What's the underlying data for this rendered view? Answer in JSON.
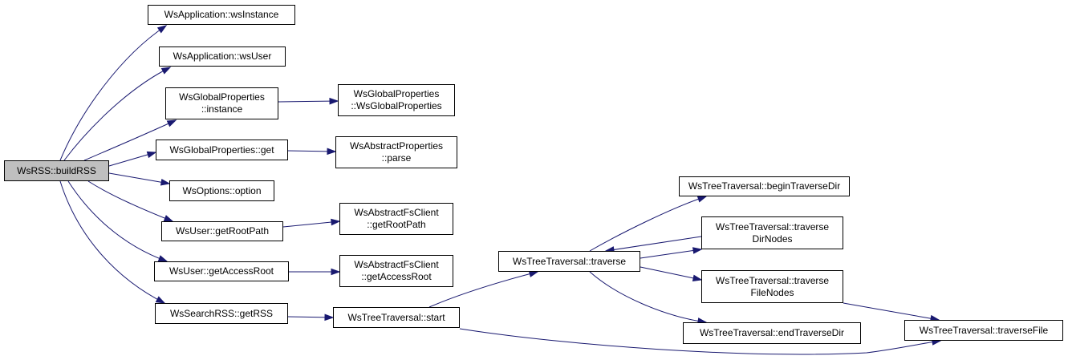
{
  "colors": {
    "edge": "#191970",
    "root_fill": "#bfbfbf",
    "node_border": "#000000"
  },
  "nodes": {
    "build_rss": [
      "WsRSS::buildRSS"
    ],
    "ws_instance": [
      "WsApplication::wsInstance"
    ],
    "ws_user": [
      "WsApplication::wsUser"
    ],
    "gp_instance": [
      "WsGlobalProperties",
      "::instance"
    ],
    "gp_ctor": [
      "WsGlobalProperties",
      "::WsGlobalProperties"
    ],
    "gp_get": [
      "WsGlobalProperties::get"
    ],
    "ap_parse": [
      "WsAbstractProperties",
      "::parse"
    ],
    "options_option": [
      "WsOptions::option"
    ],
    "user_root_path": [
      "WsUser::getRootPath"
    ],
    "fs_root_path": [
      "WsAbstractFsClient",
      "::getRootPath"
    ],
    "user_access_root": [
      "WsUser::getAccessRoot"
    ],
    "fs_access_root": [
      "WsAbstractFsClient",
      "::getAccessRoot"
    ],
    "search_get_rss": [
      "WsSearchRSS::getRSS"
    ],
    "tt_start": [
      "WsTreeTraversal::start"
    ],
    "tt_traverse": [
      "WsTreeTraversal::traverse"
    ],
    "tt_begin_dir": [
      "WsTreeTraversal::beginTraverseDir"
    ],
    "tt_dir_nodes": [
      "WsTreeTraversal::traverse",
      "DirNodes"
    ],
    "tt_file_nodes": [
      "WsTreeTraversal::traverse",
      "FileNodes"
    ],
    "tt_end_dir": [
      "WsTreeTraversal::endTraverseDir"
    ],
    "tt_file": [
      "WsTreeTraversal::traverseFile"
    ]
  },
  "edges": [
    [
      "build_rss",
      "ws_instance"
    ],
    [
      "build_rss",
      "ws_user"
    ],
    [
      "build_rss",
      "gp_instance"
    ],
    [
      "build_rss",
      "gp_get"
    ],
    [
      "build_rss",
      "options_option"
    ],
    [
      "build_rss",
      "user_root_path"
    ],
    [
      "build_rss",
      "user_access_root"
    ],
    [
      "build_rss",
      "search_get_rss"
    ],
    [
      "gp_instance",
      "gp_ctor"
    ],
    [
      "gp_get",
      "ap_parse"
    ],
    [
      "user_root_path",
      "fs_root_path"
    ],
    [
      "user_access_root",
      "fs_access_root"
    ],
    [
      "search_get_rss",
      "tt_start"
    ],
    [
      "tt_start",
      "tt_traverse"
    ],
    [
      "tt_start",
      "tt_file"
    ],
    [
      "tt_traverse",
      "tt_begin_dir"
    ],
    [
      "tt_traverse",
      "tt_dir_nodes"
    ],
    [
      "tt_traverse",
      "tt_file_nodes"
    ],
    [
      "tt_traverse",
      "tt_end_dir"
    ],
    [
      "tt_dir_nodes",
      "tt_traverse"
    ],
    [
      "tt_file_nodes",
      "tt_file"
    ]
  ]
}
